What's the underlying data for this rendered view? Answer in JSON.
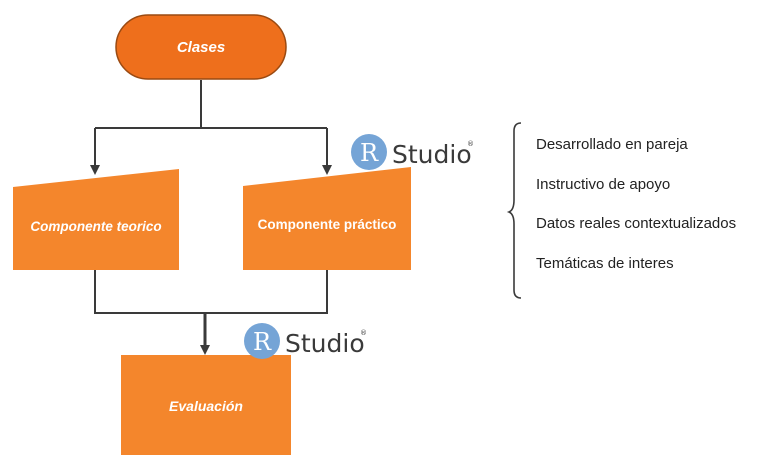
{
  "colors": {
    "terminal_fill": "#ee6f1c",
    "terminal_stroke": "#9a4a12",
    "node_fill": "#f4862c",
    "connector": "#3a3a3a",
    "rstudio_circle": "#75a4d6",
    "text_dark": "#222222"
  },
  "nodes": {
    "clases": "Clases",
    "teorico": "Componente teorico",
    "practico": "Componente práctico",
    "evaluacion": "Evaluación"
  },
  "rstudio_logo": {
    "letter": "R",
    "word": "Studio",
    "mark": "®"
  },
  "notes": [
    "Desarrollado en pareja",
    "Instructivo de apoyo",
    "Datos reales contextualizados",
    "Temáticas de interes"
  ],
  "icons": [
    "rstudio-logo-icon",
    "curly-brace-icon",
    "arrow-down-icon"
  ]
}
